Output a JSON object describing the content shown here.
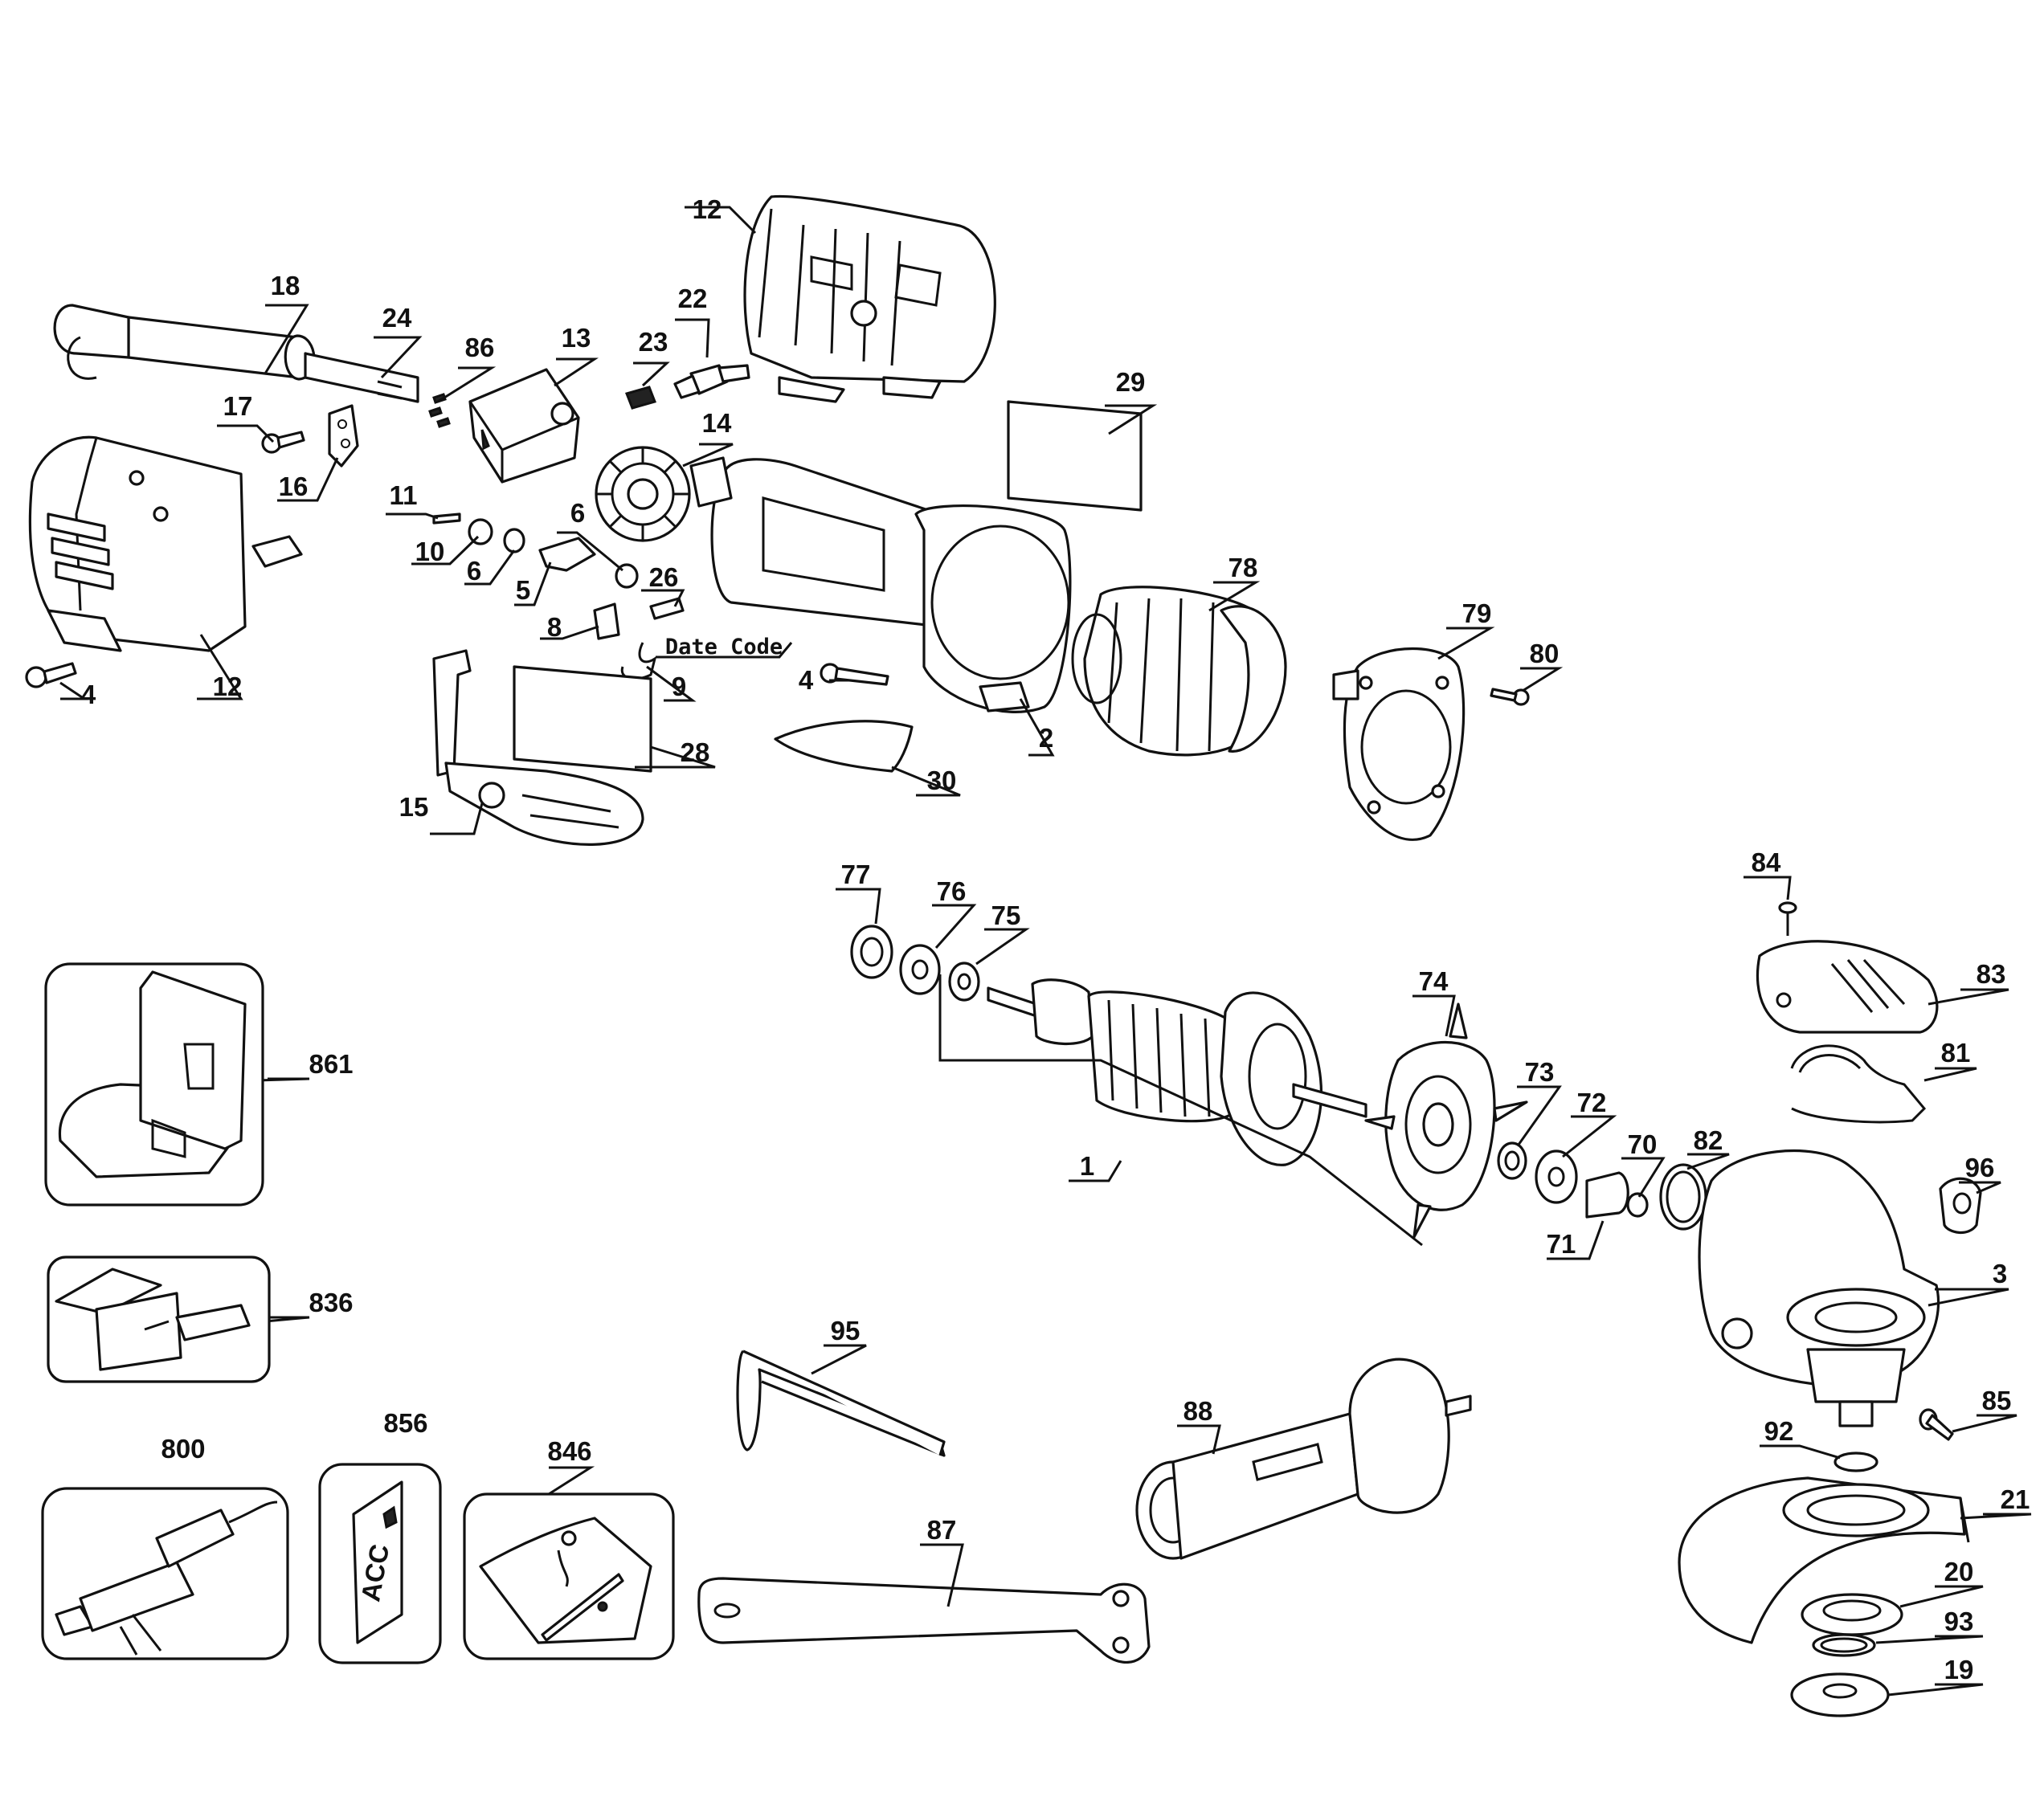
{
  "diagram": {
    "date_code_label": "Date Code",
    "part_numbers": {
      "p1": "1",
      "p2": "2",
      "p3": "3",
      "p4a": "4",
      "p4b": "4",
      "p5": "5",
      "p6a": "6",
      "p6b": "6",
      "p8": "8",
      "p9": "9",
      "p10": "10",
      "p11": "11",
      "p12a": "12",
      "p12b": "12",
      "p13": "13",
      "p14": "14",
      "p15": "15",
      "p16": "16",
      "p17": "17",
      "p18": "18",
      "p19": "19",
      "p20": "20",
      "p21": "21",
      "p22": "22",
      "p23": "23",
      "p24": "24",
      "p26": "26",
      "p28": "28",
      "p29": "29",
      "p30": "30",
      "p70": "70",
      "p71": "71",
      "p72": "72",
      "p73": "73",
      "p74": "74",
      "p75": "75",
      "p76": "76",
      "p77": "77",
      "p78": "78",
      "p79": "79",
      "p80": "80",
      "p81": "81",
      "p82": "82",
      "p83": "83",
      "p84": "84",
      "p85": "85",
      "p86": "86",
      "p87": "87",
      "p88": "88",
      "p92": "92",
      "p93": "93",
      "p95": "95",
      "p96": "96",
      "p800": "800",
      "p836": "836",
      "p846": "846",
      "p856": "856",
      "p861": "861"
    },
    "accessory_card_text": "ACC"
  }
}
